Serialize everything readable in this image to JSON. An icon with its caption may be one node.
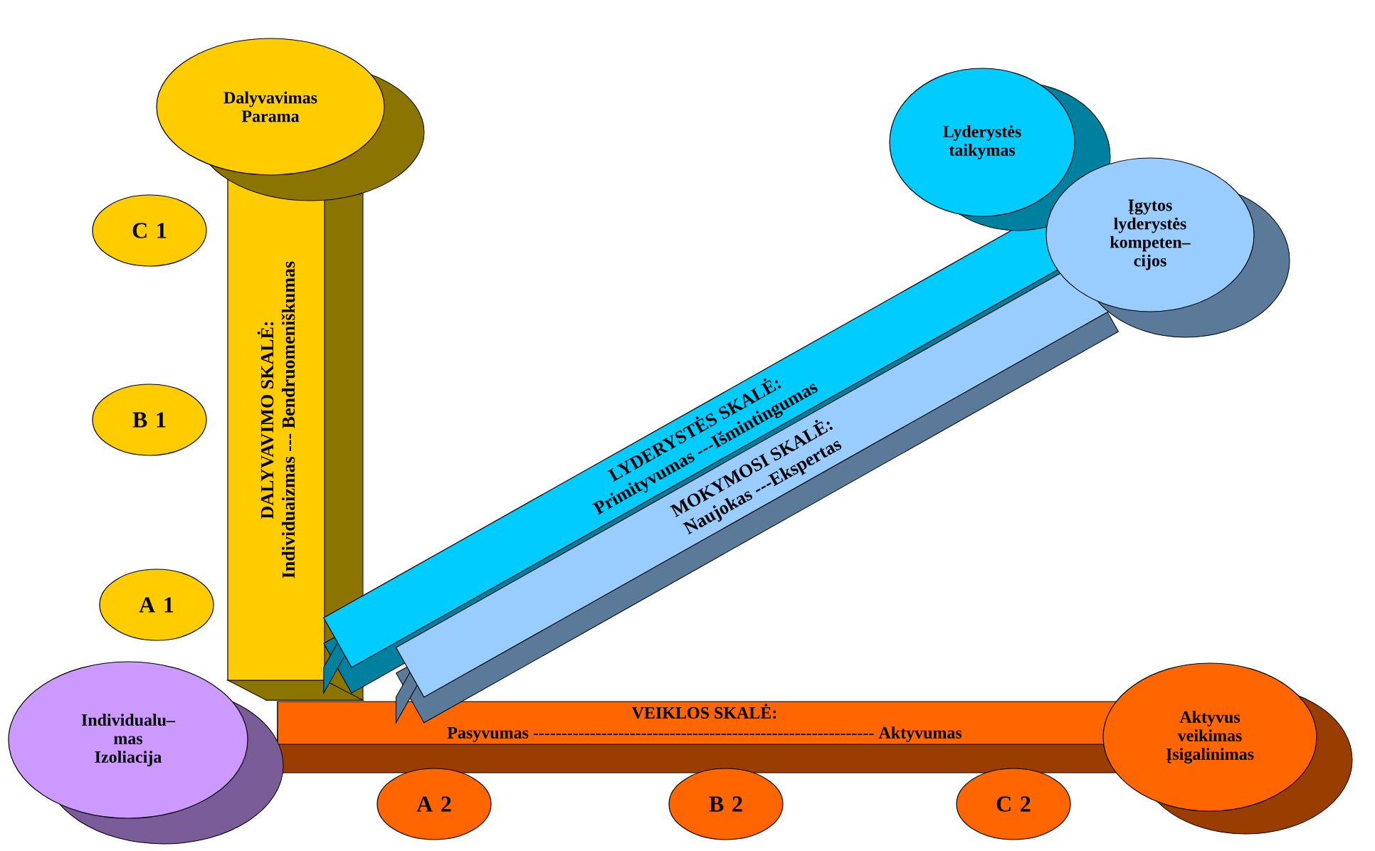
{
  "diagram": {
    "nodes": [
      {
        "text": [
          "Dalyvavimas Parama"
        ]
      },
      {
        "text": [
          "Lyderystės taikymas"
        ]
      },
      {
        "text": [
          "Įgytos lyderystės kompeten– cijos"
        ]
      },
      {
        "text": [
          "C 1"
        ]
      },
      {
        "text": [
          "B 1"
        ]
      },
      {
        "text": [
          "A 1"
        ]
      },
      {
        "text": [
          "DALYVAVIMO SKALĖ:",
          "Individuaizmas --- Bendruomeniškumas"
        ]
      },
      {
        "text": [
          "LYDERYSTĖS SKALĖ:",
          "Primityvumas ---Išmintingumas"
        ]
      },
      {
        "text": [
          "MOKYMOSI SKALĖ:",
          "Naujokas ---Ekspertas"
        ]
      },
      {
        "text": [
          "Individualu– mas Izoliacija"
        ]
      },
      {
        "text": [
          "VEIKLOS SKALĖ:",
          "Pasyvumas ------------------------------------------------------------ Aktyvumas"
        ]
      },
      {
        "text": [
          "Aktyvus veikimas Įsigalinimas"
        ]
      },
      {
        "text": [
          "A 2"
        ]
      },
      {
        "text": [
          "B 2"
        ]
      },
      {
        "text": [
          "C 2"
        ]
      }
    ]
  }
}
